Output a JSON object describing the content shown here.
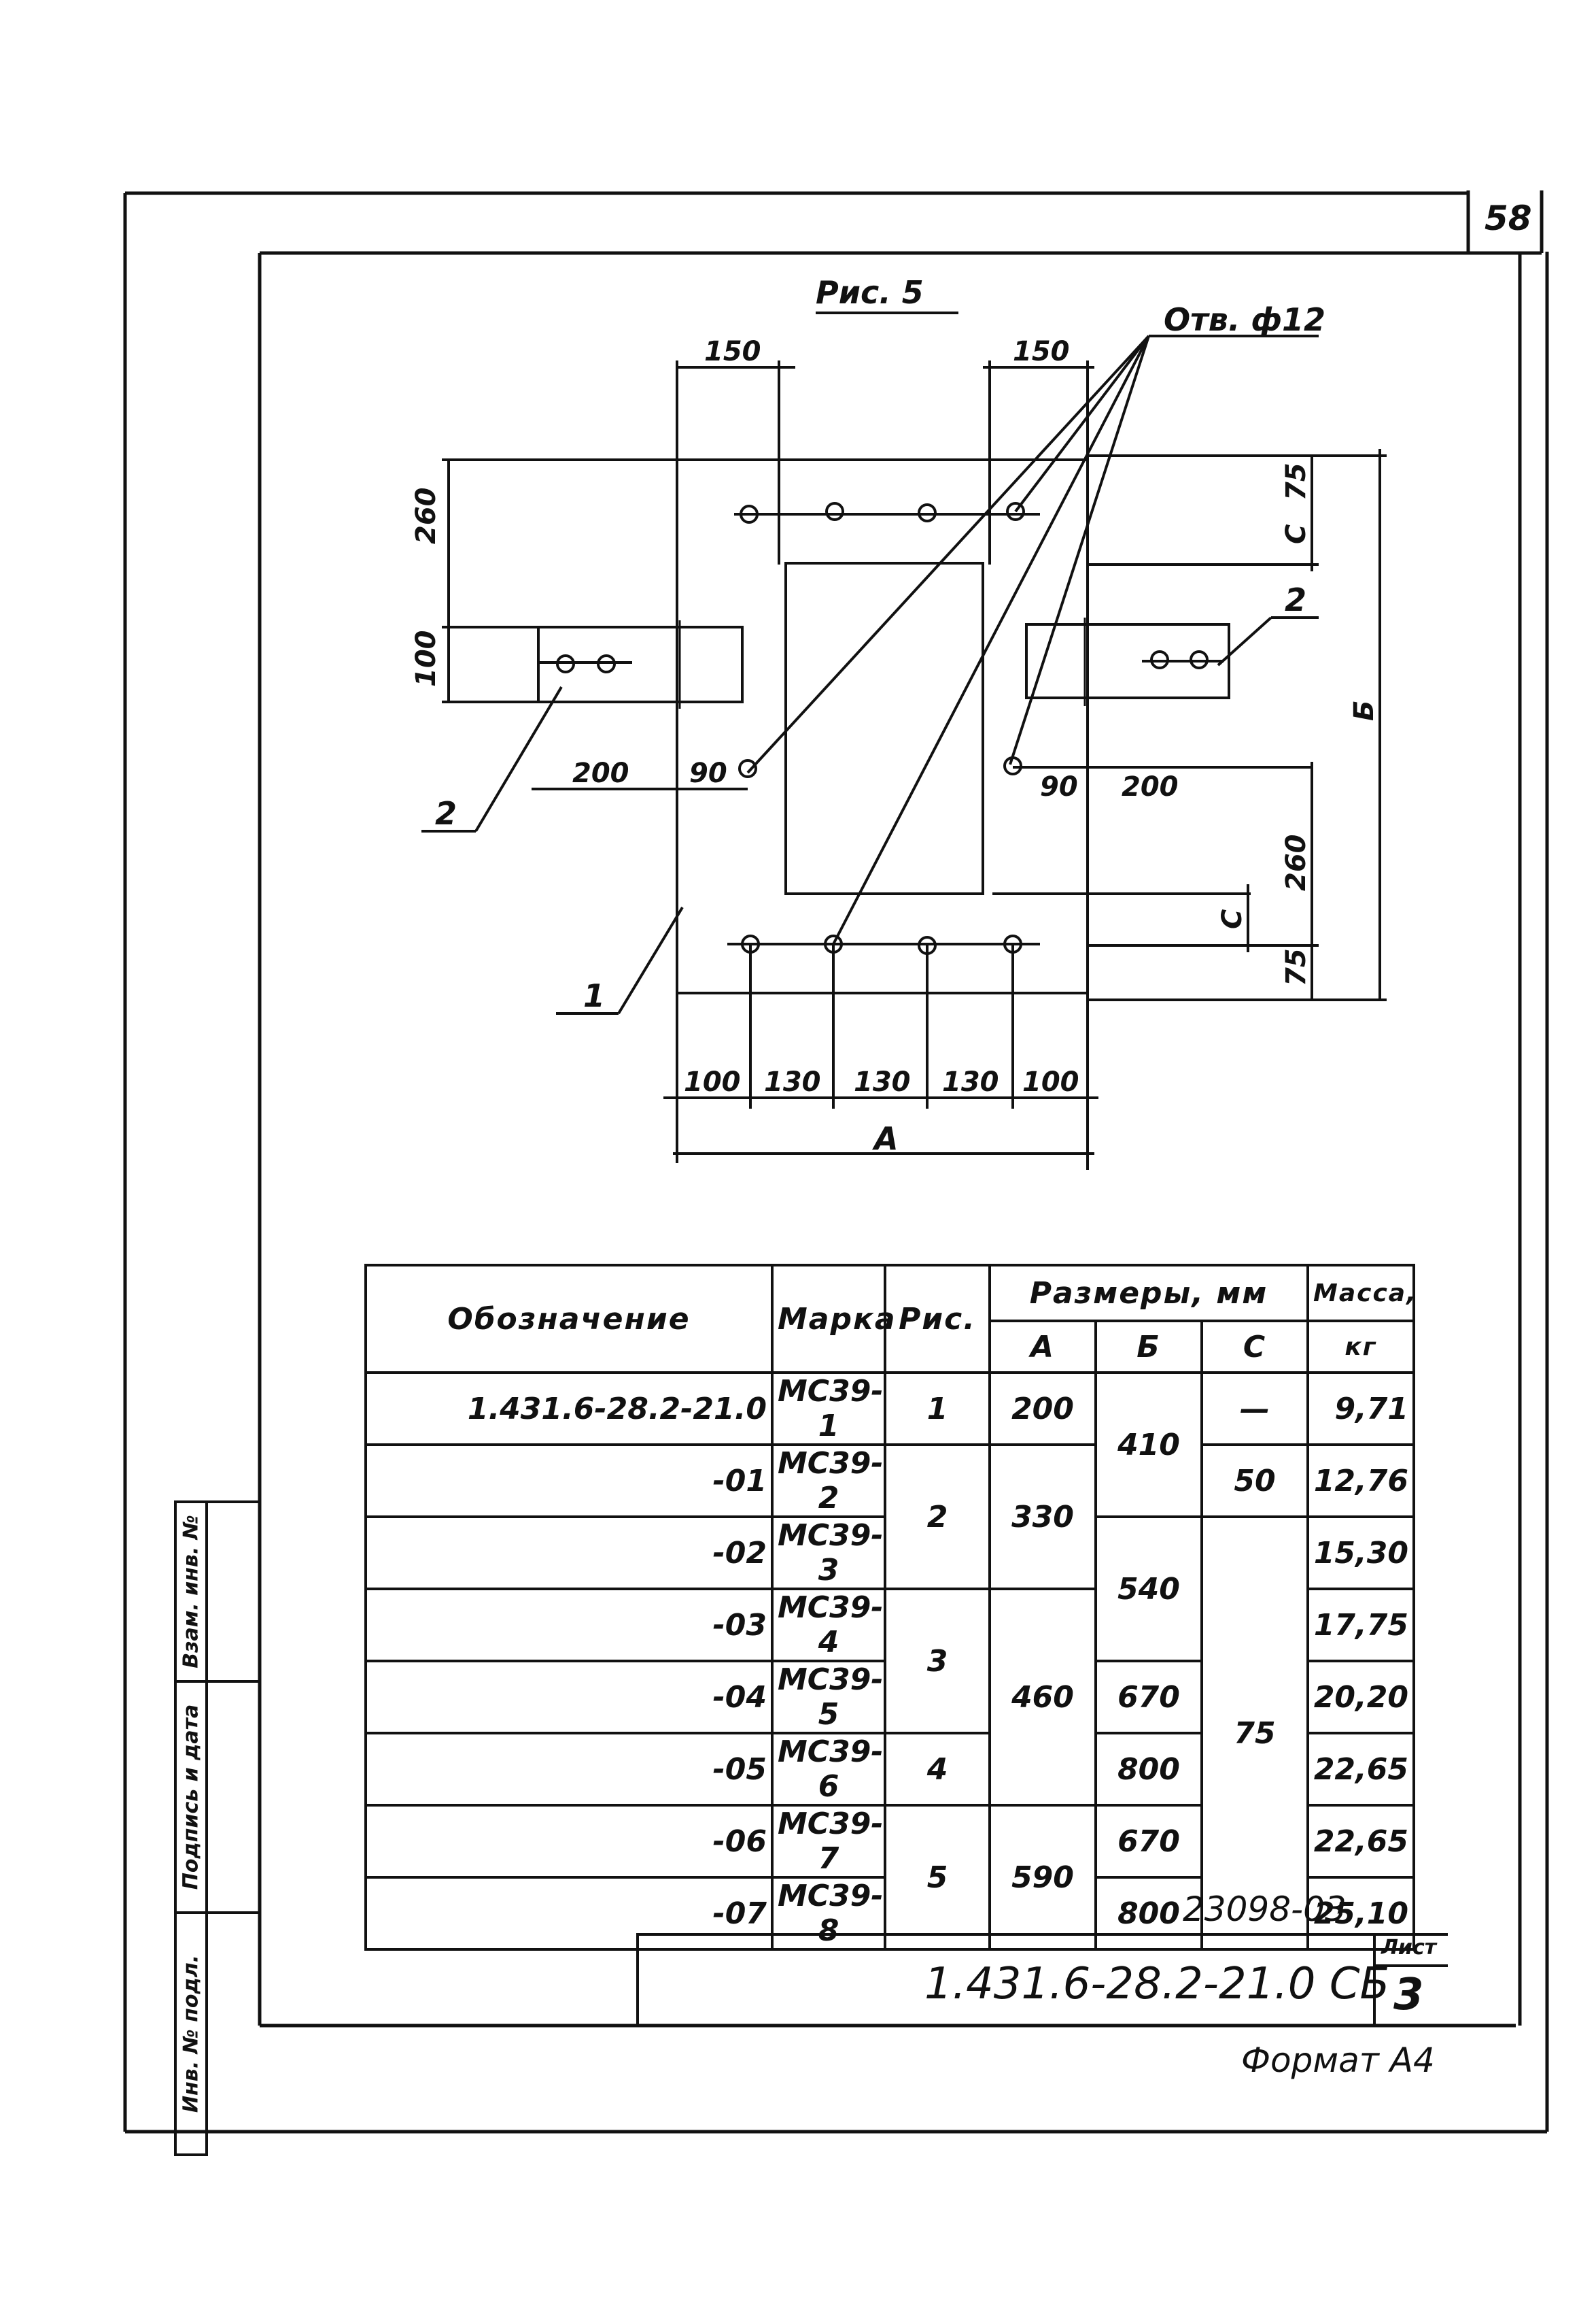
{
  "page_number": "58",
  "figure": {
    "title": "Рис. 5",
    "hole_label": "Отв. ф12",
    "callout_1": "1",
    "callout_2_left": "2",
    "callout_2_right": "2",
    "dim_top_left": "150",
    "dim_top_right": "150",
    "dim_left_260": "260",
    "dim_left_100": "100",
    "dim_left_200": "200",
    "dim_left_90": "90",
    "dim_right_90": "90",
    "dim_right_200": "200",
    "dim_right_75_top": "75",
    "dim_right_c_top": "С",
    "dim_right_b": "Б",
    "dim_right_260": "260",
    "dim_right_c_bottom": "С",
    "dim_right_75_bottom": "75",
    "dim_bottom_100_left": "100",
    "dim_bottom_130_a": "130",
    "dim_bottom_130_b": "130",
    "dim_bottom_130_c": "130",
    "dim_bottom_100_right": "100",
    "dim_bottom_a": "А"
  },
  "table": {
    "headers": {
      "designation": "Обозначение",
      "mark": "Марка",
      "fig": "Рис.",
      "dimensions": "Размеры, мм",
      "a": "А",
      "b": "Б",
      "c": "С",
      "mass": "Масса,",
      "mass_unit": "кг"
    },
    "rows": [
      {
        "designation": "1.431.6-28.2-21.0",
        "mark": "МС39-1",
        "fig": "1",
        "a": "200",
        "b": "410",
        "c": "—",
        "mass": "9,71"
      },
      {
        "designation": "-01",
        "mark": "МС39-2",
        "fig": "2",
        "a": "330",
        "b": "",
        "c": "50",
        "mass": "12,76"
      },
      {
        "designation": "-02",
        "mark": "МС39-3",
        "fig": "",
        "a": "",
        "b": "540",
        "c": "",
        "mass": "15,30"
      },
      {
        "designation": "-03",
        "mark": "МС39-4",
        "fig": "3",
        "a": "460",
        "b": "",
        "c": "75",
        "mass": "17,75"
      },
      {
        "designation": "-04",
        "mark": "МС39-5",
        "fig": "",
        "a": "",
        "b": "670",
        "c": "",
        "mass": "20,20"
      },
      {
        "designation": "-05",
        "mark": "МС39-6",
        "fig": "4",
        "a": "",
        "b": "800",
        "c": "",
        "mass": "22,65"
      },
      {
        "designation": "-06",
        "mark": "МС39-7",
        "fig": "5",
        "a": "590",
        "b": "670",
        "c": "",
        "mass": "22,65"
      },
      {
        "designation": "-07",
        "mark": "МС39-8",
        "fig": "",
        "a": "",
        "b": "800",
        "c": "",
        "mass": "25,10"
      }
    ]
  },
  "side_stamp": {
    "inv_no_orig": "Инв. № подл.",
    "sign_date": "Подпись и дата",
    "replace_inv": "Взам. инв. №"
  },
  "title_block": {
    "archive_no": "23098-03",
    "doc_code": "1.431.6-28.2-21.0 СБ",
    "sheet_label": "Лист",
    "sheet_number": "3"
  },
  "format_label": "Формат А4"
}
